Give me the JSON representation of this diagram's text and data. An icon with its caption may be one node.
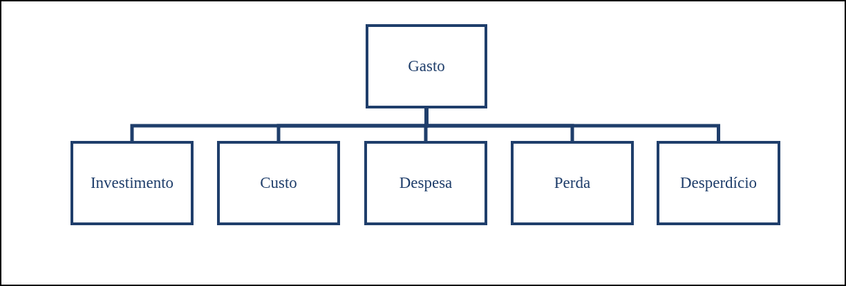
{
  "diagram": {
    "nodes": [
      {
        "text": [
          "Gasto"
        ]
      },
      {
        "text": [
          "Investimento"
        ]
      },
      {
        "text": [
          "Custo"
        ]
      },
      {
        "text": [
          "Despesa"
        ]
      },
      {
        "text": [
          "Perda"
        ]
      },
      {
        "text": [
          "Desperdício"
        ]
      }
    ],
    "edges": [
      {
        "from": 0,
        "to": 1,
        "arrow": "none"
      },
      {
        "from": 0,
        "to": 2,
        "arrow": "none"
      },
      {
        "from": 0,
        "to": 3,
        "arrow": "none"
      },
      {
        "from": 0,
        "to": 4,
        "arrow": "none"
      },
      {
        "from": 0,
        "to": 5,
        "arrow": "none"
      }
    ]
  }
}
